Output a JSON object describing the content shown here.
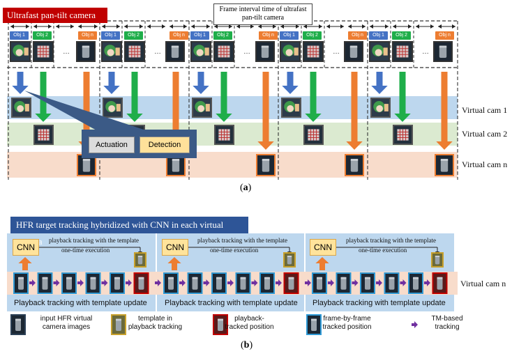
{
  "section_a": {
    "title": "Ultrafast pan-tilt camera",
    "frame_interval": "Frame interval time of ultrafast pan-tilt camera",
    "obj_labels": [
      "Obj 1",
      "Obj 2",
      "Obj n"
    ],
    "ellipsis": "…",
    "virtual_cams": [
      "Virtual cam 1",
      "Virtual cam 2",
      "Virtual cam n"
    ],
    "actuation": "Actuation",
    "detection": "Detection",
    "caption_letter": "a"
  },
  "section_b": {
    "title": "HFR target tracking hybridized with CNN in each virtual camera",
    "cnn_label": "CNN",
    "playback_template": "playback tracking with the template",
    "one_time": "one-time execution",
    "playback_update": "Playback tracking with template update",
    "virtual_cam": "Virtual cam n",
    "legend": [
      "input HFR virtual camera images",
      "template in playback tracking",
      "playback-tracked position",
      "frame-by-frame tracked position",
      "TM-based tracking"
    ],
    "caption_letter": "b"
  },
  "colors": {
    "obj1": "#4472c4",
    "obj2": "#1fae4a",
    "objn": "#ed7d31",
    "band1": "#bdd7ee",
    "band2": "#dbead0",
    "bandn": "#f8dccb",
    "title_red": "#c00000",
    "title_blue": "#2e5597",
    "tm_arrow": "#7030a0"
  }
}
